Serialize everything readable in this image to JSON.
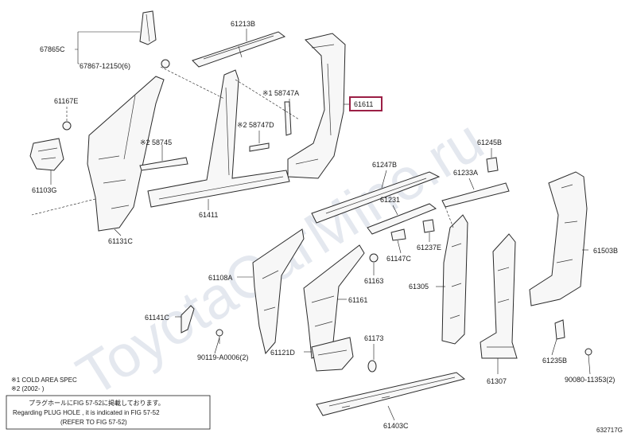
{
  "parts": {
    "p67865C": "67865C",
    "p67867": "67867-12150(6)",
    "p61213B": "61213B",
    "p61167E": "61167E",
    "p58747A": "※1 58747A",
    "p61611": "61611",
    "p58747D": "※2 58747D",
    "p58745": "※2 58745",
    "p61103G": "61103G",
    "p61411": "61411",
    "p61131C": "61131C",
    "p61245B": "61245B",
    "p61247B": "61247B",
    "p61233A": "61233A",
    "p61231": "61231",
    "p61237E": "61237E",
    "p61147C": "61147C",
    "p61503B": "61503B",
    "p61108A": "61108A",
    "p61163": "61163",
    "p61305": "61305",
    "p61161": "61161",
    "p61141C": "61141C",
    "p90119": "90119-A0006(2)",
    "p61173": "61173",
    "p61121D": "61121D",
    "p61235B": "61235B",
    "p61307": "61307",
    "p90080": "90080-11353(2)",
    "p61403C": "61403C"
  },
  "notes": {
    "note1": "※1 COLD AREA SPEC",
    "note2": "※2 (2002-     )"
  },
  "info_box": {
    "line1": "プラグホールにFIG 57-52に掲載しております。",
    "line2": "Regarding PLUG HOLE , it is indicated in FIG 57-52",
    "line3": "(REFER TO FIG 57-52)"
  },
  "figure_id": "632717G",
  "watermark": "ToyotaCarMine.ru",
  "colors": {
    "highlight": "#9b1f45",
    "line": "#1a1a1a",
    "watermark": "#cfd6e2"
  }
}
